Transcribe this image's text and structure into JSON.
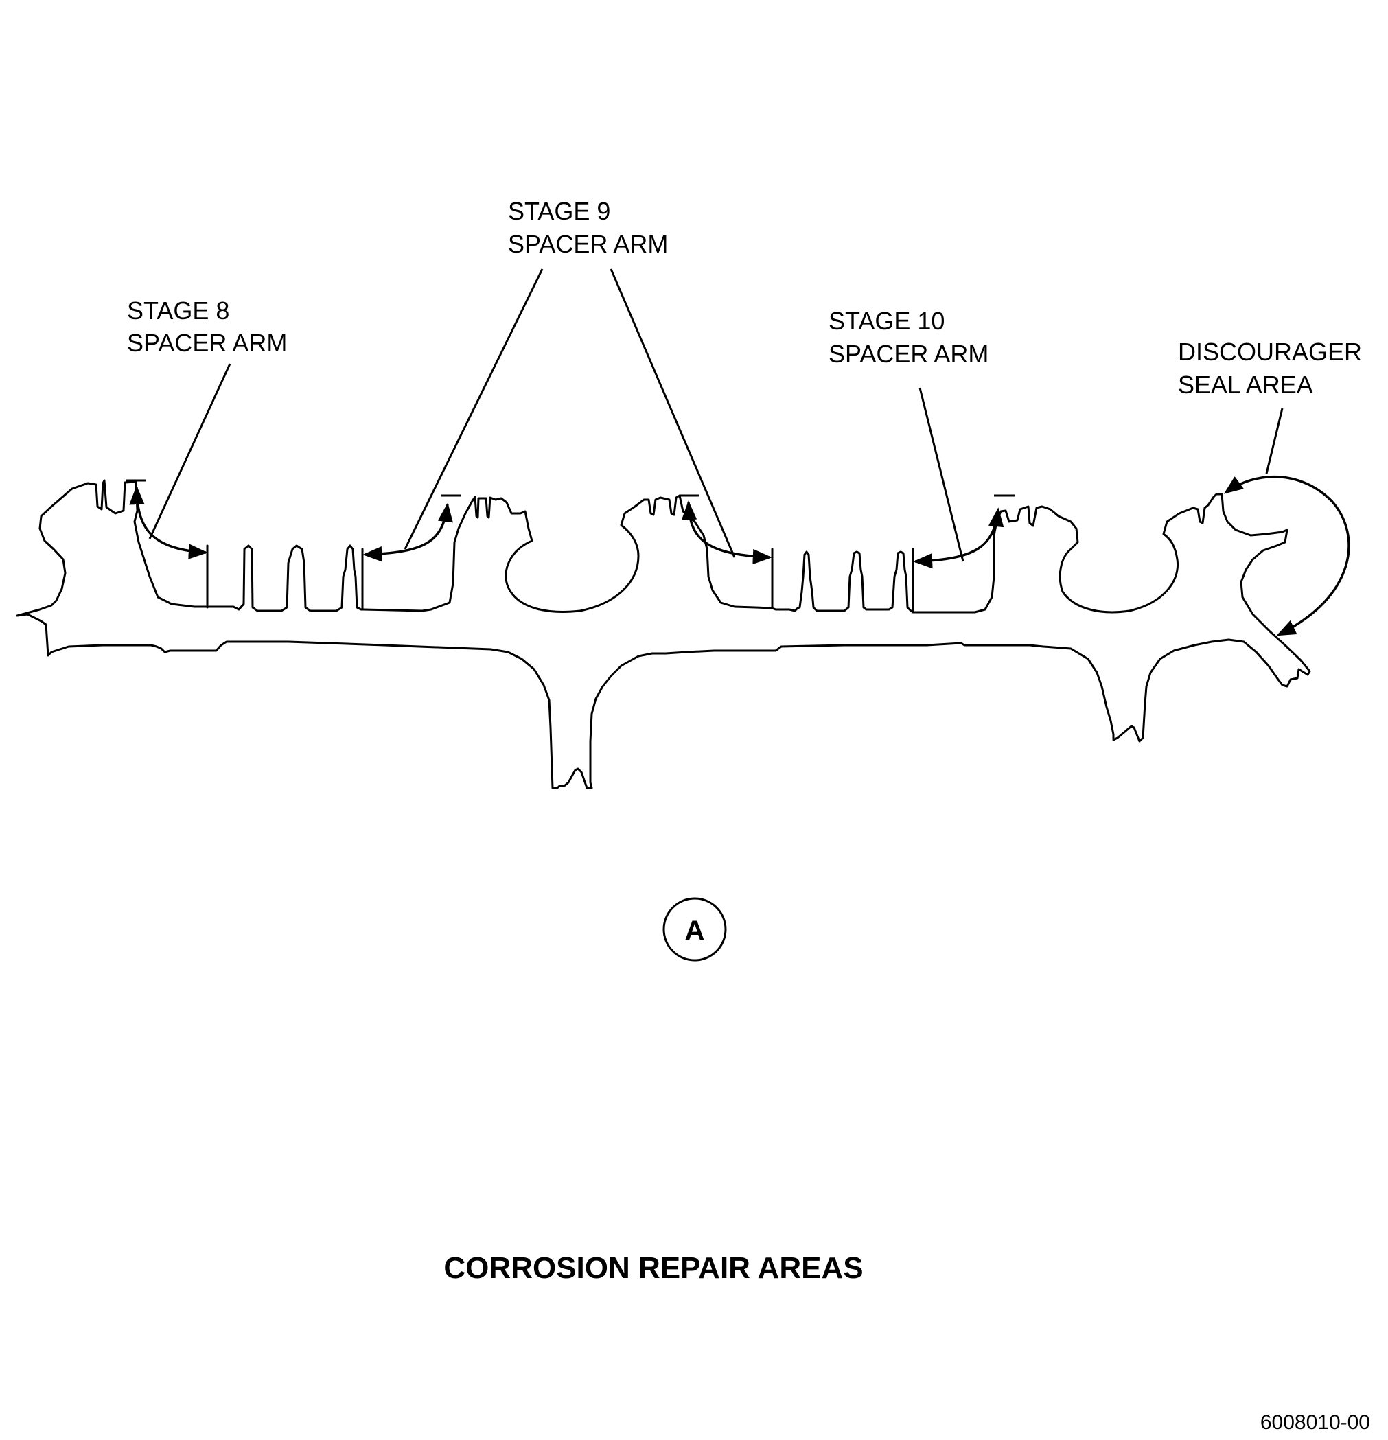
{
  "diagram": {
    "labels": {
      "stage8": [
        "STAGE 8",
        "SPACER ARM"
      ],
      "stage9": [
        "STAGE 9",
        "SPACER ARM"
      ],
      "stage10": [
        "STAGE 10",
        "SPACER ARM"
      ],
      "discourager": [
        "DISCOURAGER",
        "SEAL AREA"
      ]
    },
    "view_marker": "A",
    "title": "CORROSION REPAIR AREAS",
    "figure_code": "6008010-00",
    "colors": {
      "line": "#000000",
      "background": "#ffffff"
    }
  }
}
